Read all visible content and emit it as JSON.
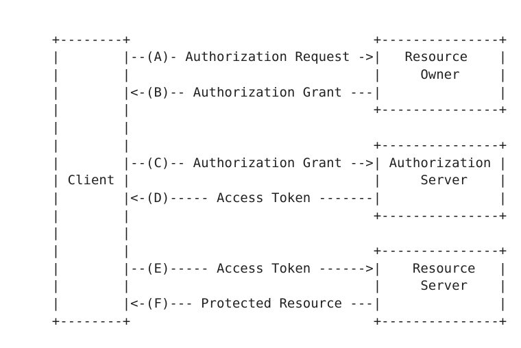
{
  "diagram": {
    "actors": {
      "client": "Client",
      "resource_owner": "Resource Owner",
      "authorization_server": "Authorization Server",
      "resource_server": "Resource Server"
    },
    "steps": [
      {
        "id": "A",
        "label": "Authorization Request",
        "arrow_direction": "right"
      },
      {
        "id": "B",
        "label": "Authorization Grant",
        "arrow_direction": "left"
      },
      {
        "id": "C",
        "label": "Authorization Grant",
        "arrow_direction": "right"
      },
      {
        "id": "D",
        "label": "Access Token",
        "arrow_direction": "left"
      },
      {
        "id": "E",
        "label": "Access Token",
        "arrow_direction": "right"
      },
      {
        "id": "F",
        "label": "Protected Resource",
        "arrow_direction": "left"
      }
    ],
    "colors": {
      "text": "#1f1f1f",
      "background": "#ffffff"
    },
    "rows": [
      {
        "client": "+--------+",
        "mid": "",
        "right": "+---------------+"
      },
      {
        "client": "|        |",
        "mid": "--(A)- Authorization Request ->",
        "right": "|   Resource    |"
      },
      {
        "client": "|        |",
        "mid": "",
        "right": "|     Owner     |"
      },
      {
        "client": "|        |",
        "mid": "<-(B)-- Authorization Grant ---",
        "right": "|               |"
      },
      {
        "client": "|        |",
        "mid": "",
        "right": "+---------------+"
      },
      {
        "client": "|        |",
        "mid": "",
        "right": ""
      },
      {
        "client": "|        |",
        "mid": "",
        "right": "+---------------+"
      },
      {
        "client": "|        |",
        "mid": "--(C)-- Authorization Grant -->",
        "right": "| Authorization |"
      },
      {
        "client": "| Client |",
        "mid": "",
        "right": "|     Server    |"
      },
      {
        "client": "|        |",
        "mid": "<-(D)----- Access Token -------",
        "right": "|               |"
      },
      {
        "client": "|        |",
        "mid": "",
        "right": "+---------------+"
      },
      {
        "client": "|        |",
        "mid": "",
        "right": ""
      },
      {
        "client": "|        |",
        "mid": "",
        "right": "+---------------+"
      },
      {
        "client": "|        |",
        "mid": "--(E)----- Access Token ------>",
        "right": "|    Resource   |"
      },
      {
        "client": "|        |",
        "mid": "",
        "right": "|     Server    |"
      },
      {
        "client": "|        |",
        "mid": "<-(F)--- Protected Resource ---",
        "right": "|               |"
      },
      {
        "client": "+--------+",
        "mid": "",
        "right": "+---------------+"
      }
    ]
  }
}
